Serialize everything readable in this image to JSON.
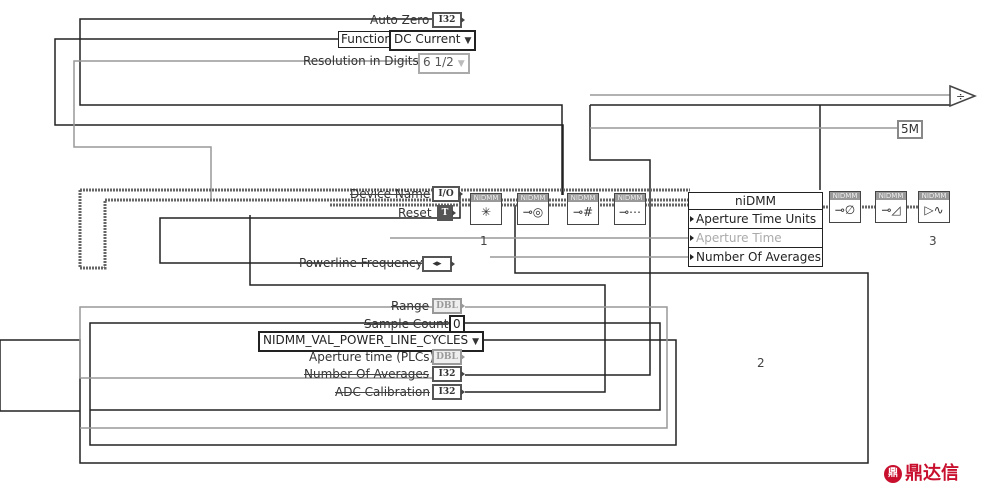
{
  "controls": {
    "auto_zero": {
      "label": "Auto Zero",
      "type": "I32"
    },
    "function": {
      "label": "Function",
      "value": "DC Current"
    },
    "resolution": {
      "label": "Resolution in Digits",
      "value": "6 1/2"
    },
    "device_name": {
      "label": "Device Name",
      "type": "I/O"
    },
    "reset": {
      "label": "Reset",
      "type": "T"
    },
    "powerline_frequency": {
      "label": "Powerline Frequency",
      "type": "◂▸"
    },
    "range": {
      "label": "Range",
      "type": "DBL"
    },
    "sample_count": {
      "label": "Sample Count",
      "value": "0"
    },
    "aperture_units": {
      "value": "NIDMM_VAL_POWER_LINE_CYCLES"
    },
    "aperture_time": {
      "label": "Aperture time (PLCs)",
      "type": "DBL"
    },
    "number_of_averages": {
      "label": "Number Of Averages",
      "type": "I32"
    },
    "adc_calibration": {
      "label": "ADC Calibration",
      "type": "I32"
    }
  },
  "subvis": [
    {
      "header": "NIDMM",
      "icon": "init-icon",
      "glyph": "✳"
    },
    {
      "header": "NIDMM",
      "icon": "configure-measurement-icon",
      "glyph": "⊸◎"
    },
    {
      "header": "NIDMM",
      "icon": "configure-digits-icon",
      "glyph": "⊸#"
    },
    {
      "header": "NIDMM",
      "icon": "configure-trigger-icon",
      "glyph": "⊸⋯"
    },
    {
      "header": "NIDMM",
      "icon": "configure-adc-icon",
      "glyph": "⊸∅"
    },
    {
      "header": "NIDMM",
      "icon": "configure-waveform-icon",
      "glyph": "⊸◿"
    },
    {
      "header": "NIDMM",
      "icon": "initiate-icon",
      "glyph": "▷∿"
    }
  ],
  "property_node": {
    "title": "niDMM",
    "rows": [
      "Aperture Time Units",
      "Aperture Time",
      "Number Of Averages"
    ]
  },
  "constants": {
    "rate": "5M",
    "divide": "÷"
  },
  "annotations": [
    "1",
    "2",
    "3"
  ],
  "watermark": {
    "mark": "鼎",
    "text": "鼎达信"
  },
  "colors": {
    "wire_dark": "#222222",
    "wire_gray": "#999999",
    "brand": "#c8102e"
  }
}
